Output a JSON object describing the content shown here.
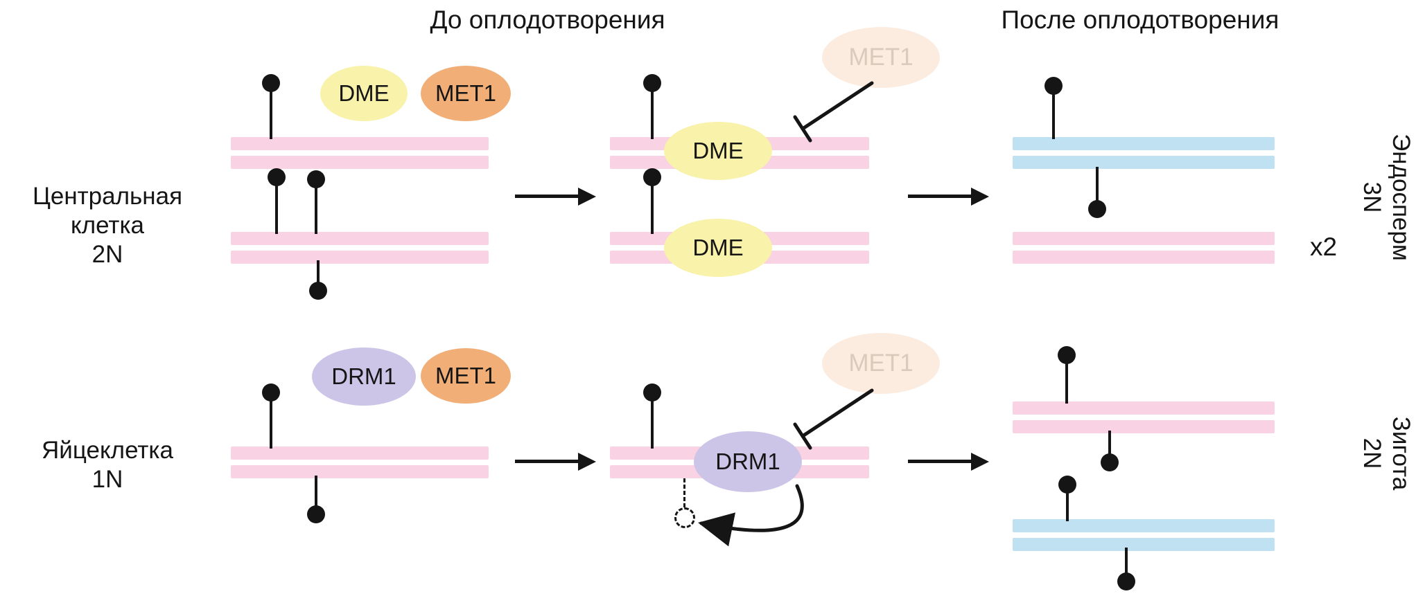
{
  "titles": {
    "before": "До оплодотворения",
    "after": "После оплодотворения"
  },
  "cells": {
    "central_cell": {
      "name": "Центральная",
      "type": "клетка",
      "ploidy": "2N"
    },
    "egg_cell": {
      "name": "Яйцеклетка",
      "ploidy": "1N"
    },
    "endosperm": {
      "name": "Эндосперм",
      "ploidy": "3N"
    },
    "zygote": {
      "name": "Зигота",
      "ploidy": "2N"
    }
  },
  "enzymes": {
    "dme": "DME",
    "met1": "MET1",
    "drm1": "DRM1"
  },
  "annotations": {
    "multiplier": "x2"
  },
  "colors": {
    "pink": "#f9d2e3",
    "blue": "#bfe1f1",
    "yellow": "#f8f2ab",
    "orange": "#f2ae77",
    "purple": "#cdc5e8",
    "peach": "#fcebdf",
    "fadedtext": "#d9cabc",
    "ink": "#151515"
  }
}
